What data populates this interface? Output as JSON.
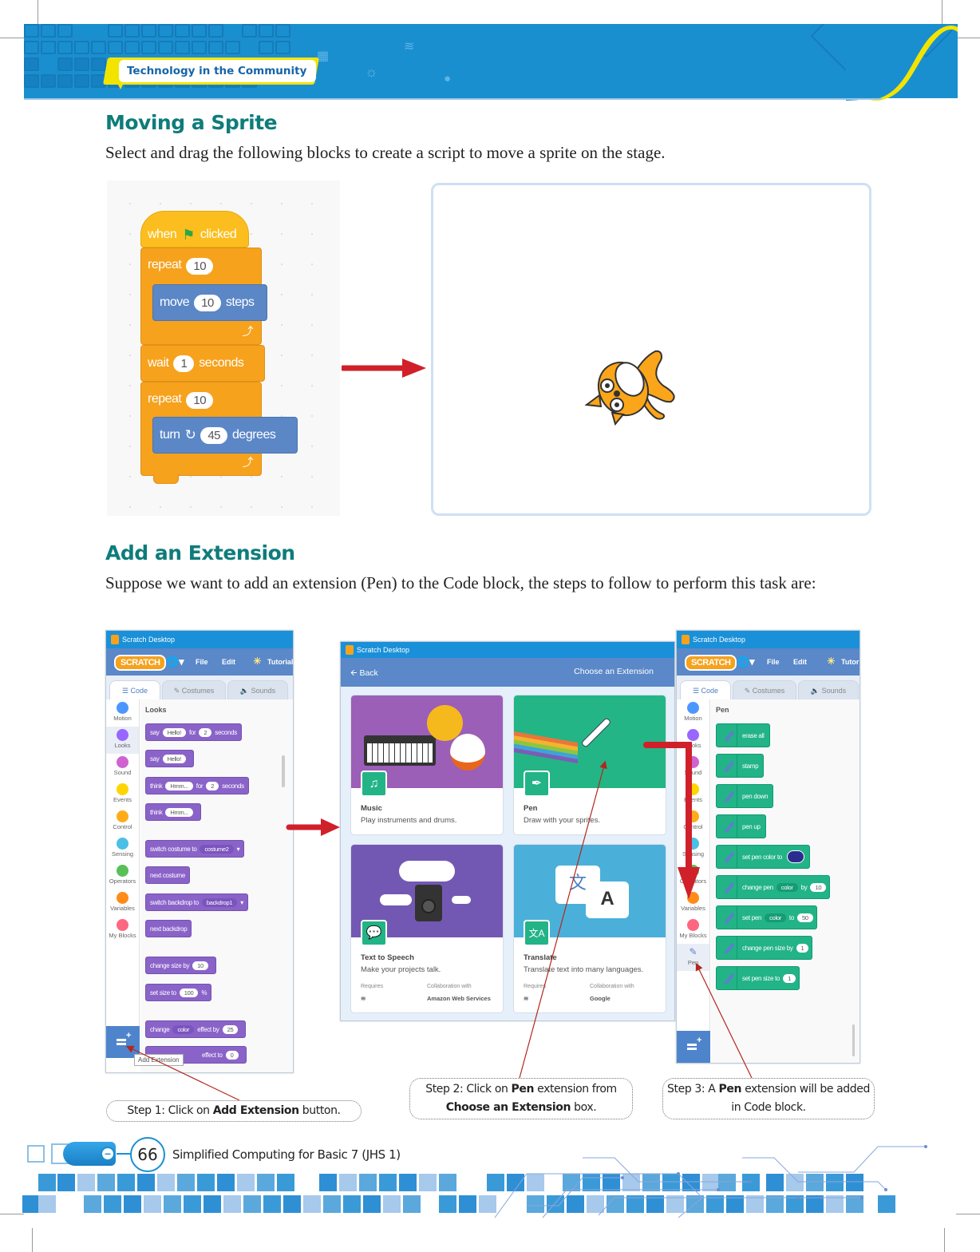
{
  "header": {
    "chapter_tag": "Technology in the Community",
    "icons": [
      "calculator-icon",
      "wifi-icon",
      "lightbulb-icon",
      "globe-icon"
    ],
    "colors": {
      "band": "#1a8fd0",
      "accent_yellow": "#f3e400",
      "tag_text": "#1565a8"
    }
  },
  "section1": {
    "heading": "Moving a Sprite",
    "text": "Select and drag the following blocks to create a script to move a sprite on the stage.",
    "script": {
      "hat": {
        "word1": "when",
        "icon": "green-flag-icon",
        "word2": "clicked"
      },
      "repeat1": {
        "label": "repeat",
        "value": "10"
      },
      "move": {
        "label1": "move",
        "value": "10",
        "label2": "steps"
      },
      "wait": {
        "label1": "wait",
        "value": "1",
        "label2": "seconds"
      },
      "repeat2": {
        "label": "repeat",
        "value": "10"
      },
      "turn": {
        "label1": "turn",
        "icon": "rotate-clockwise-icon",
        "value": "45",
        "label2": "degrees"
      }
    },
    "stage_sprite": "scratch-cat-sprite"
  },
  "section2": {
    "heading": "Add an Extension",
    "text": "Suppose we want to add an extension (Pen) to the Code block, the steps to follow to perform this task are:"
  },
  "screenshot1": {
    "window_title": "Scratch Desktop",
    "logo": "SCRATCH",
    "menu": {
      "file": "File",
      "edit": "Edit",
      "tutorials": "Tutorials"
    },
    "tabs": {
      "code": "Code",
      "costumes": "Costumes",
      "sounds": "Sounds"
    },
    "categories": [
      {
        "label": "Motion",
        "color": "#4c97ff"
      },
      {
        "label": "Looks",
        "color": "#9966ff"
      },
      {
        "label": "Sound",
        "color": "#cf63cf"
      },
      {
        "label": "Events",
        "color": "#ffd500"
      },
      {
        "label": "Control",
        "color": "#ffab19"
      },
      {
        "label": "Sensing",
        "color": "#4cbfe6"
      },
      {
        "label": "Operators",
        "color": "#59c059"
      },
      {
        "label": "Variables",
        "color": "#ff8c1a"
      },
      {
        "label": "My Blocks",
        "color": "#ff6680"
      }
    ],
    "palette_title": "Looks",
    "blocks": {
      "b1": {
        "a": "say",
        "v1": "Hello!",
        "b": "for",
        "v2": "2",
        "c": "seconds"
      },
      "b2": {
        "a": "say",
        "v1": "Hello!"
      },
      "b3": {
        "a": "think",
        "v1": "Hmm...",
        "b": "for",
        "v2": "2",
        "c": "seconds"
      },
      "b4": {
        "a": "think",
        "v1": "Hmm..."
      },
      "b5": {
        "a": "switch costume to",
        "d": "costume2"
      },
      "b6": {
        "a": "next costume"
      },
      "b7": {
        "a": "switch backdrop to",
        "d": "backdrop1"
      },
      "b8": {
        "a": "next backdrop"
      },
      "b9": {
        "a": "change size by",
        "v1": "10"
      },
      "b10": {
        "a": "set size to",
        "v1": "100",
        "c": "%"
      },
      "b11": {
        "a": "change",
        "d": "color",
        "b": "effect by",
        "v1": "25"
      },
      "b12": {
        "b": "effect to",
        "v1": "0"
      }
    },
    "tooltip": "Add Extension"
  },
  "screenshot2": {
    "window_title": "Scratch Desktop",
    "back": "Back",
    "title": "Choose an Extension",
    "cards": [
      {
        "name": "Music",
        "desc": "Play instruments and drums.",
        "color": "#9b5fb8"
      },
      {
        "name": "Pen",
        "desc": "Draw with your sprites.",
        "color": "#23b585"
      },
      {
        "name": "Text to Speech",
        "desc": "Make your projects talk.",
        "requires": "Requires",
        "collab_label": "Collaboration with",
        "collab": "Amazon Web Services",
        "color": "#7358b3"
      },
      {
        "name": "Translate",
        "desc": "Translate text into many languages.",
        "requires": "Requires",
        "collab_label": "Collaboration with",
        "collab": "Google",
        "color": "#4bb0d9"
      }
    ]
  },
  "screenshot3": {
    "window_title": "Scratch Desktop",
    "logo": "SCRATCH",
    "menu": {
      "file": "File",
      "edit": "Edit",
      "tutorials": "Tutori"
    },
    "tabs": {
      "code": "Code",
      "costumes": "Costumes",
      "sounds": "Sounds"
    },
    "categories": [
      {
        "label": "Motion",
        "color": "#4c97ff"
      },
      {
        "label": "Looks",
        "color": "#9966ff"
      },
      {
        "label": "Sound",
        "color": "#cf63cf"
      },
      {
        "label": "Events",
        "color": "#ffd500"
      },
      {
        "label": "Control",
        "color": "#ffab19"
      },
      {
        "label": "Sensing",
        "color": "#4cbfe6"
      },
      {
        "label": "Operators",
        "color": "#59c059"
      },
      {
        "label": "Variables",
        "color": "#ff8c1a"
      },
      {
        "label": "My Blocks",
        "color": "#ff6680"
      },
      {
        "label": "Pen",
        "color": ""
      }
    ],
    "palette_title": "Pen",
    "blocks": {
      "p1": {
        "a": "erase all"
      },
      "p2": {
        "a": "stamp"
      },
      "p3": {
        "a": "pen down"
      },
      "p4": {
        "a": "pen up"
      },
      "p5": {
        "a": "set pen color to"
      },
      "p6": {
        "a": "change pen",
        "d": "color",
        "b": "by",
        "v": "10"
      },
      "p7": {
        "a": "set pen",
        "d": "color",
        "b": "to",
        "v": "50"
      },
      "p8": {
        "a": "change pen size by",
        "v": "1"
      },
      "p9": {
        "a": "set pen size to",
        "v": "1"
      }
    }
  },
  "callouts": {
    "step1": {
      "pre": "Step 1: Click on ",
      "bold": "Add Extension",
      "post": " button."
    },
    "step2": {
      "pre": "Step 2: Click on ",
      "bold1": "Pen",
      "mid": " extension from ",
      "bold2": "Choose an Extension",
      "post": " box."
    },
    "step3": {
      "pre": "Step 3: A ",
      "bold": "Pen",
      "post": " extension will be added in Code block."
    }
  },
  "footer": {
    "page_number": "66",
    "book_title": "Simplified Computing for Basic 7 (JHS 1)"
  }
}
